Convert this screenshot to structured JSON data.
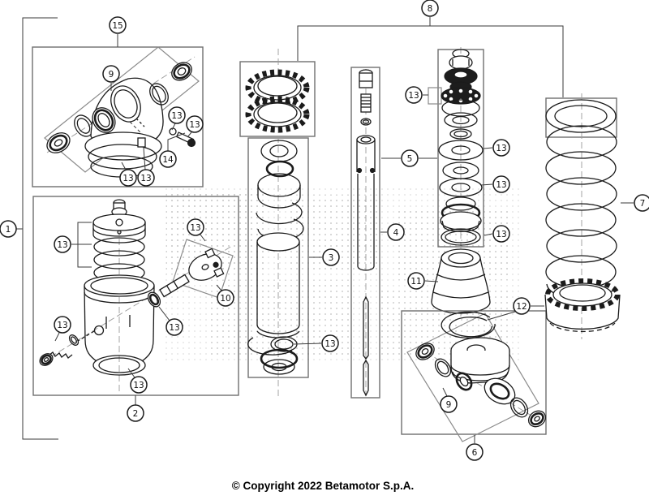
{
  "meta": {
    "title": "Shock absorber exploded parts diagram"
  },
  "callouts": {
    "n1": "1",
    "n2": "2",
    "n3": "3",
    "n4": "4",
    "n5": "5",
    "n6": "6",
    "n7": "7",
    "n8": "8",
    "n9": "9",
    "n10": "10",
    "n11": "11",
    "n12": "12",
    "n13": "13",
    "n14": "14",
    "n15": "15"
  },
  "footer": {
    "copyright": "© Copyright 2022 Betamotor S.p.A."
  }
}
